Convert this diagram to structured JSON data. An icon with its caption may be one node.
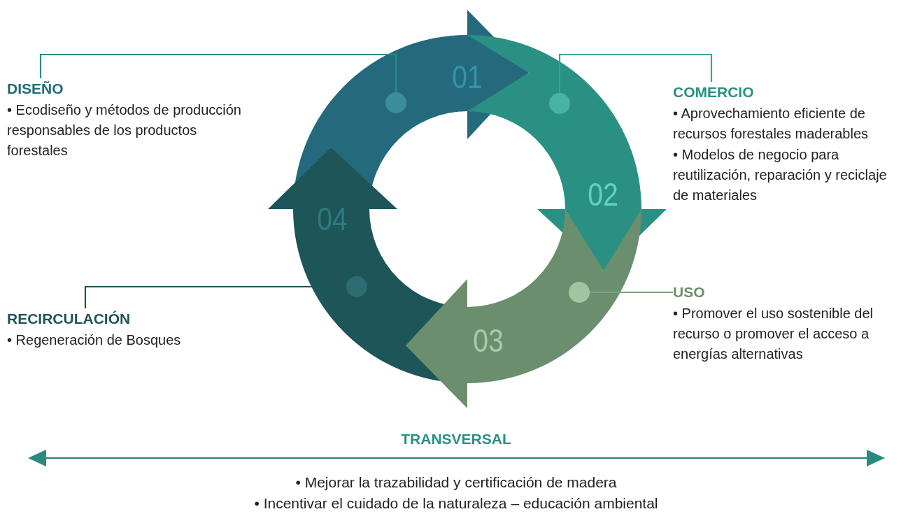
{
  "diagram": {
    "nodes": [
      {
        "text": [
          "DISEÑO",
          "• Ecodiseño y métodos de producción responsables de los productos forestales"
        ]
      },
      {
        "text": [
          "01"
        ]
      },
      {
        "text": [],
        "shape": "circle",
        "in": 1
      },
      {
        "text": [
          "COMERCIO",
          "• Aprovechamiento eficiente de recursos  forestales maderables",
          "• Modelos de negocio para reutilización, reparación y reciclaje de materiales"
        ]
      },
      {
        "text": [
          "02"
        ]
      },
      {
        "text": [],
        "shape": "circle",
        "in": 4
      },
      {
        "text": [
          "04"
        ]
      },
      {
        "text": [],
        "shape": "circle",
        "in": 6
      },
      {
        "text": [
          "USO",
          "• Promover el uso sostenible del recurso o promover el acceso a energías alternativas"
        ]
      },
      {
        "text": [
          "03"
        ]
      },
      {
        "text": [],
        "shape": "circle",
        "in": 9
      },
      {
        "text": [
          "RECIRCULACIÓN",
          "• Regeneración de Bosques"
        ]
      }
    ],
    "edges": [
      {
        "from": 0,
        "to": 2,
        "arrow": "none",
        "color": "#2a8a8c"
      },
      {
        "from": 3,
        "to": 5,
        "arrow": "none",
        "color": "#3aa39a"
      },
      {
        "from": 8,
        "to": 10,
        "arrow": "none",
        "color": "#7aa27a"
      },
      {
        "from": 11,
        "to": 7,
        "arrow": "none",
        "color": "#1e5458"
      }
    ],
    "labels": [
      "TRANSVERSAL",
      "• Mejorar la trazabilidad y certificación de madera",
      "• Incentivar el cuidado de la naturaleza – educación ambiental"
    ]
  }
}
